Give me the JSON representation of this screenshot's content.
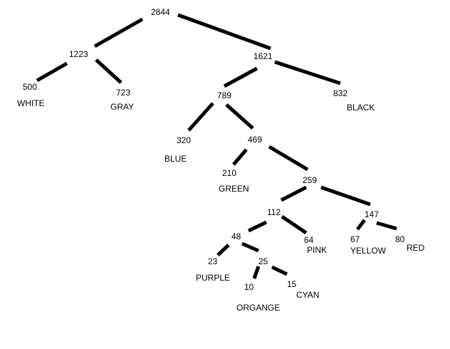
{
  "nodes": {
    "n2844": {
      "value": "2844"
    },
    "n1223": {
      "value": "1223"
    },
    "n1621": {
      "value": "1621"
    },
    "n500": {
      "value": "500",
      "label": "WHITE"
    },
    "n723": {
      "value": "723",
      "label": "GRAY"
    },
    "n789": {
      "value": "789"
    },
    "n832": {
      "value": "832",
      "label": "BLACK"
    },
    "n320": {
      "value": "320",
      "label": "BLUE"
    },
    "n469": {
      "value": "469"
    },
    "n210": {
      "value": "210",
      "label": "GREEN"
    },
    "n259": {
      "value": "259"
    },
    "n112": {
      "value": "112"
    },
    "n147": {
      "value": "147"
    },
    "n48": {
      "value": "48"
    },
    "n64": {
      "value": "64",
      "label": "PINK"
    },
    "n67": {
      "value": "67",
      "label": "YELLOW"
    },
    "n80": {
      "value": "80",
      "label": "RED"
    },
    "n23": {
      "value": "23",
      "label": "PURPLE"
    },
    "n25": {
      "value": "25"
    },
    "n10": {
      "value": "10",
      "label": "ORGANGE"
    },
    "n15": {
      "value": "15",
      "label": "CYAN"
    }
  }
}
